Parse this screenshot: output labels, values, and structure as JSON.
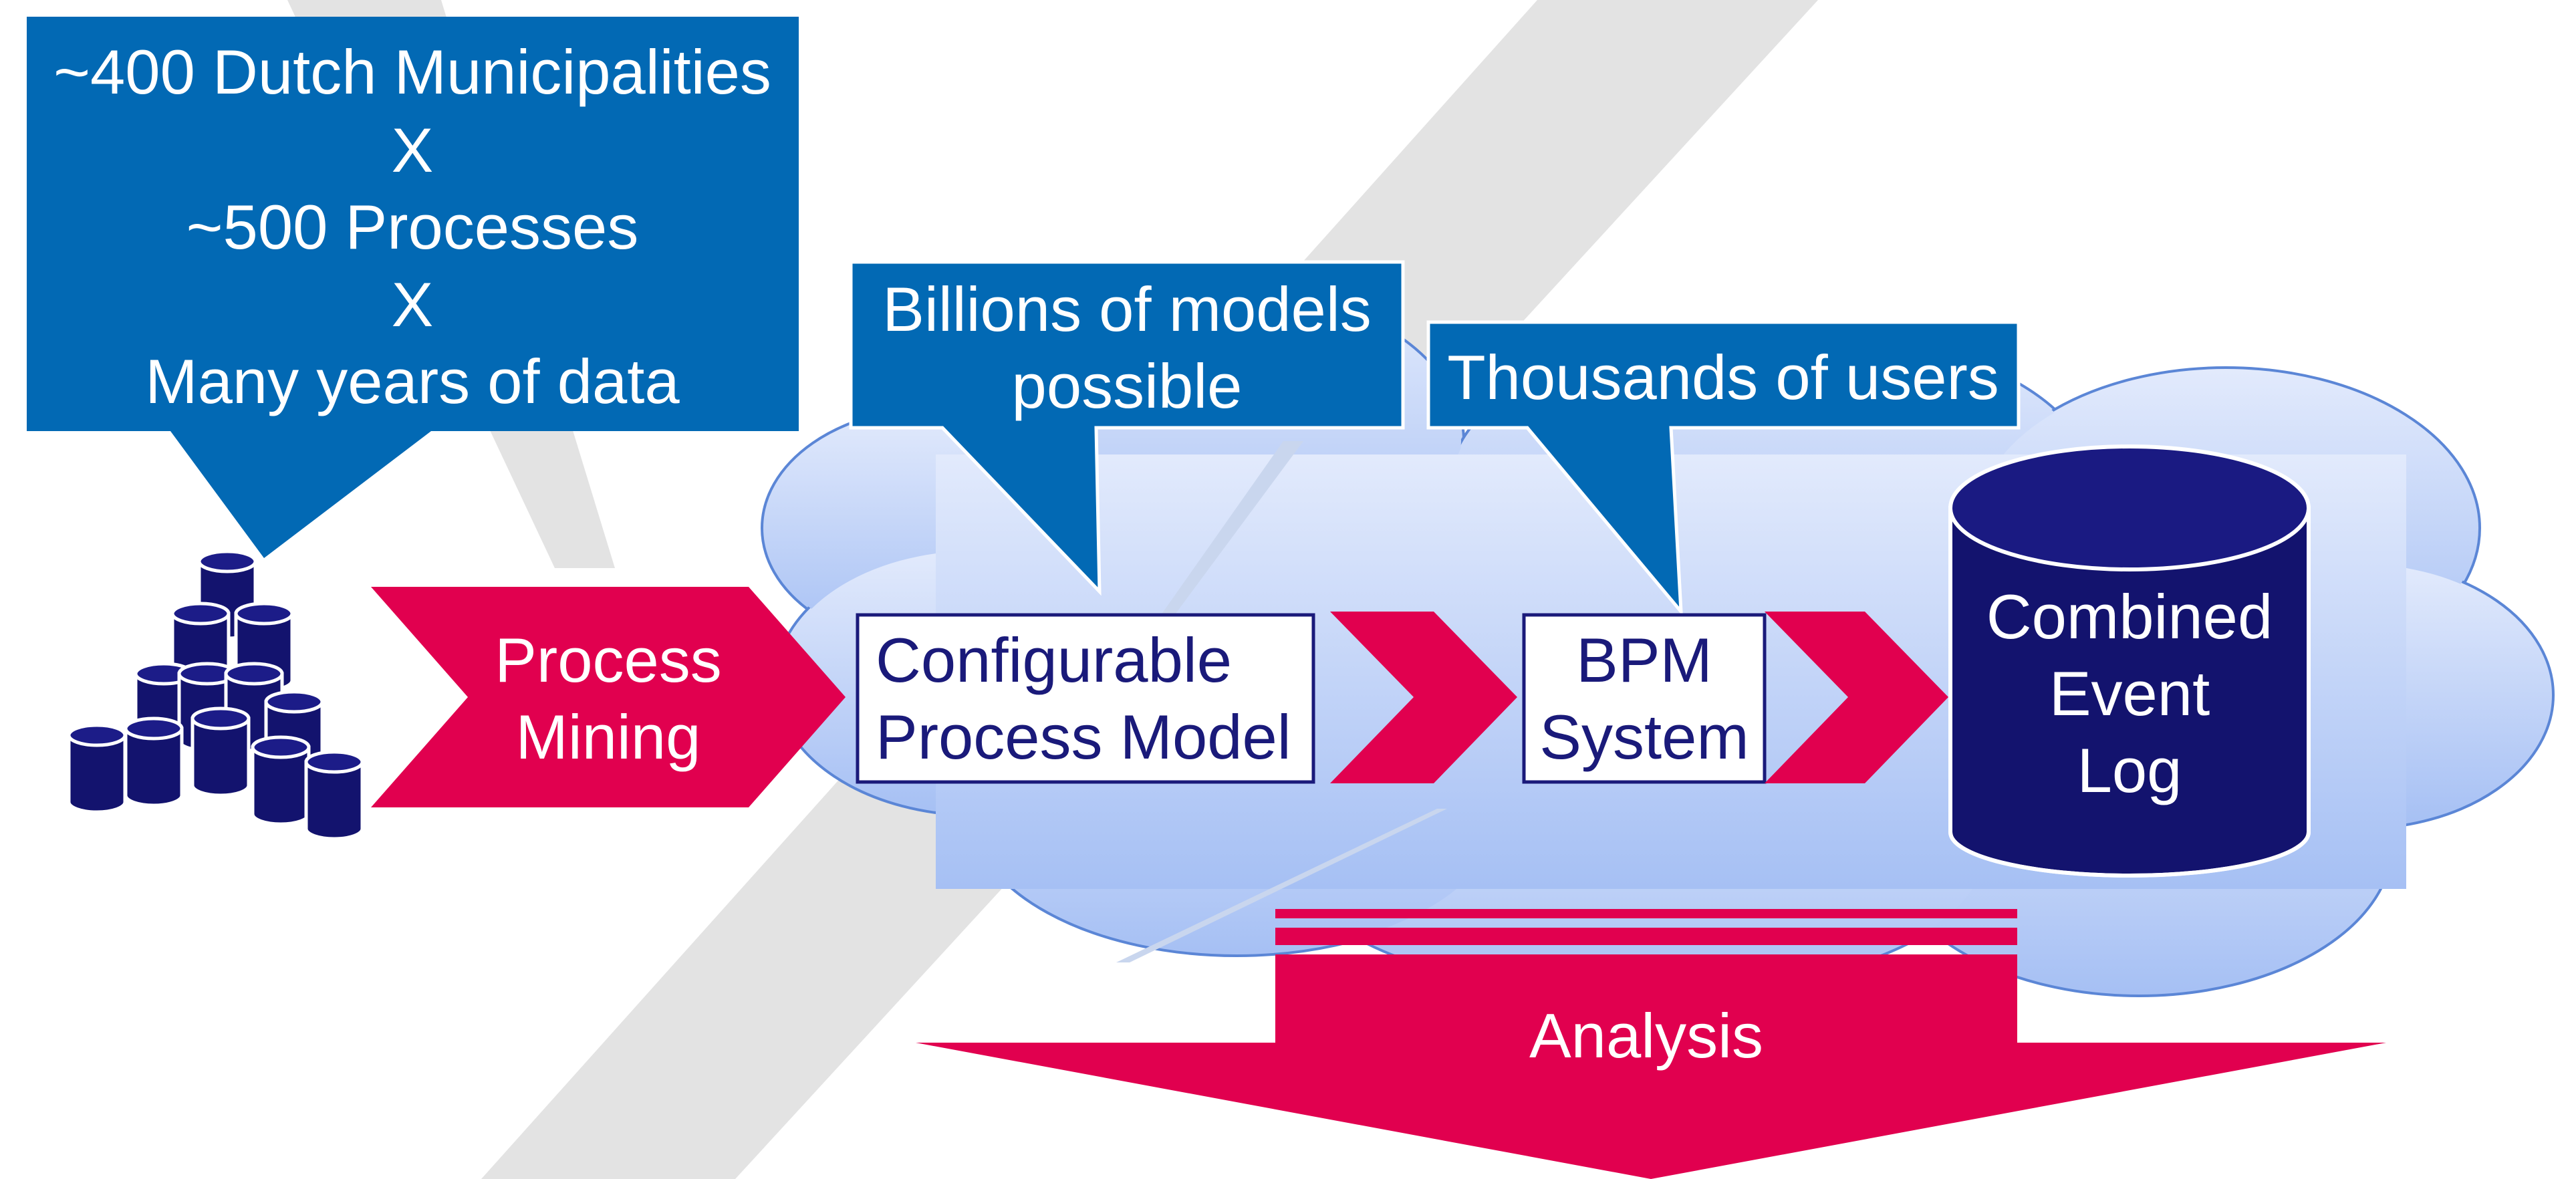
{
  "callouts": {
    "municipalities": {
      "lines": [
        "~400 Dutch Municipalities",
        "X",
        "~500 Processes",
        "X",
        "Many years of data"
      ]
    },
    "models": {
      "lines": [
        "Billions of models",
        "possible"
      ]
    },
    "users": {
      "lines": [
        "Thousands of users"
      ]
    }
  },
  "flow": {
    "process_mining": {
      "lines": [
        "Process",
        "Mining"
      ]
    },
    "configurable_model": {
      "lines": [
        "Configurable",
        "Process Model"
      ]
    },
    "bpm_system": {
      "lines": [
        "BPM",
        "System"
      ]
    },
    "combined_log": {
      "lines": [
        "Combined",
        "Event",
        "Log"
      ]
    },
    "analysis": {
      "label": "Analysis"
    }
  },
  "colors": {
    "callout_blue": "#0269b4",
    "arrow_red": "#e1004f",
    "database_navy": "#13136e",
    "cloud_top": "#dce6fb",
    "cloud_bottom": "#a8c2f5",
    "beam_gray": "#e3e3e3"
  }
}
